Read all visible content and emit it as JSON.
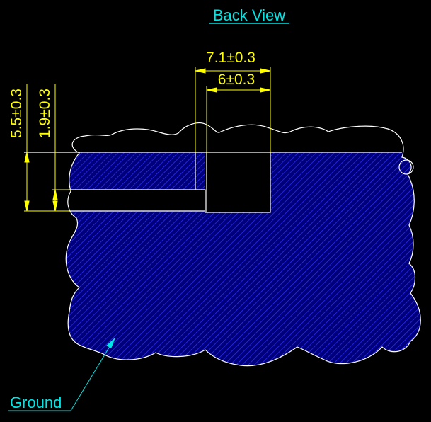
{
  "title": "Back View",
  "dimensions": {
    "top_outer": "7.1±0.3",
    "top_inner": "6±0.3",
    "left_outer": "5.5±0.3",
    "left_inner": "1.9±0.3"
  },
  "labels": {
    "ground": "Ground"
  },
  "colors": {
    "background": "#000000",
    "title": "#00e5e5",
    "dimension": "#ffff00",
    "outline": "#ffffff",
    "hatch_fill": "#00007a",
    "hatch_line": "#2a2aff",
    "leader": "#00e5e5"
  }
}
